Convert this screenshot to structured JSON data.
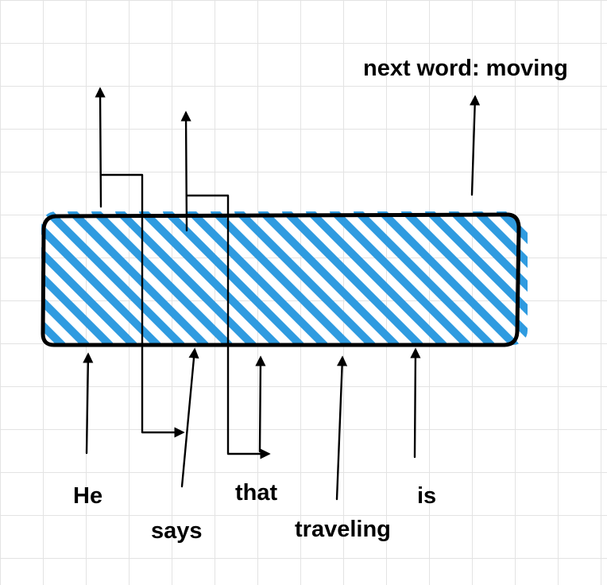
{
  "words": {
    "he": "He",
    "says": "says",
    "that": "that",
    "traveling": "traveling",
    "is": "is"
  },
  "output_label": "next word: moving",
  "colors": {
    "hatch": "#2f9be0",
    "ink": "#000000",
    "grid": "#e3e3e3"
  }
}
